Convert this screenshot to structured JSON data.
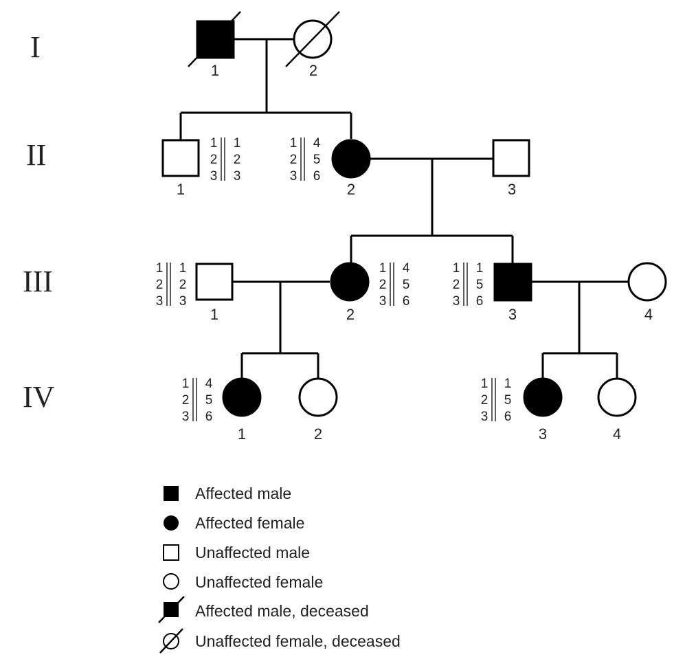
{
  "generations": [
    "I",
    "II",
    "III",
    "IV"
  ],
  "individuals": [
    {
      "id": "I-1",
      "label": "1",
      "sex": "male",
      "affected": true,
      "deceased": true
    },
    {
      "id": "I-2",
      "label": "2",
      "sex": "female",
      "affected": false,
      "deceased": true
    },
    {
      "id": "II-1",
      "label": "1",
      "sex": "male",
      "affected": false,
      "deceased": false,
      "haplotype": {
        "left": [
          "1",
          "2",
          "3"
        ],
        "right": [
          "1",
          "2",
          "3"
        ]
      }
    },
    {
      "id": "II-2",
      "label": "2",
      "sex": "female",
      "affected": true,
      "deceased": false,
      "haplotype": {
        "left": [
          "1",
          "2",
          "3"
        ],
        "right": [
          "4",
          "5",
          "6"
        ]
      }
    },
    {
      "id": "II-3",
      "label": "3",
      "sex": "male",
      "affected": false,
      "deceased": false
    },
    {
      "id": "III-1",
      "label": "1",
      "sex": "male",
      "affected": false,
      "deceased": false,
      "haplotype": {
        "left": [
          "1",
          "2",
          "3"
        ],
        "right": [
          "1",
          "2",
          "3"
        ]
      }
    },
    {
      "id": "III-2",
      "label": "2",
      "sex": "female",
      "affected": true,
      "deceased": false,
      "haplotype": {
        "left": [
          "1",
          "2",
          "3"
        ],
        "right": [
          "4",
          "5",
          "6"
        ]
      }
    },
    {
      "id": "III-3",
      "label": "3",
      "sex": "male",
      "affected": true,
      "deceased": false,
      "haplotype": {
        "left": [
          "1",
          "2",
          "3"
        ],
        "right": [
          "1",
          "5",
          "6"
        ]
      }
    },
    {
      "id": "III-4",
      "label": "4",
      "sex": "female",
      "affected": false,
      "deceased": false
    },
    {
      "id": "IV-1",
      "label": "1",
      "sex": "female",
      "affected": true,
      "deceased": false,
      "haplotype": {
        "left": [
          "1",
          "2",
          "3"
        ],
        "right": [
          "4",
          "5",
          "6"
        ]
      }
    },
    {
      "id": "IV-2",
      "label": "2",
      "sex": "female",
      "affected": false,
      "deceased": false
    },
    {
      "id": "IV-3",
      "label": "3",
      "sex": "female",
      "affected": true,
      "deceased": false,
      "haplotype": {
        "left": [
          "1",
          "2",
          "3"
        ],
        "right": [
          "1",
          "5",
          "6"
        ]
      }
    },
    {
      "id": "IV-4",
      "label": "4",
      "sex": "female",
      "affected": false,
      "deceased": false
    }
  ],
  "legend": [
    {
      "symbol": "affected-male",
      "label": "Affected male"
    },
    {
      "symbol": "affected-female",
      "label": "Affected female"
    },
    {
      "symbol": "unaffected-male",
      "label": "Unaffected male"
    },
    {
      "symbol": "unaffected-female",
      "label": "Unaffected female"
    },
    {
      "symbol": "affected-male-deceased",
      "label": "Affected male, deceased"
    },
    {
      "symbol": "unaffected-female-deceased",
      "label": "Unaffected female, deceased"
    }
  ],
  "colors": {
    "affected": "#000000",
    "unaffected": "#ffffff",
    "line": "#000000"
  }
}
